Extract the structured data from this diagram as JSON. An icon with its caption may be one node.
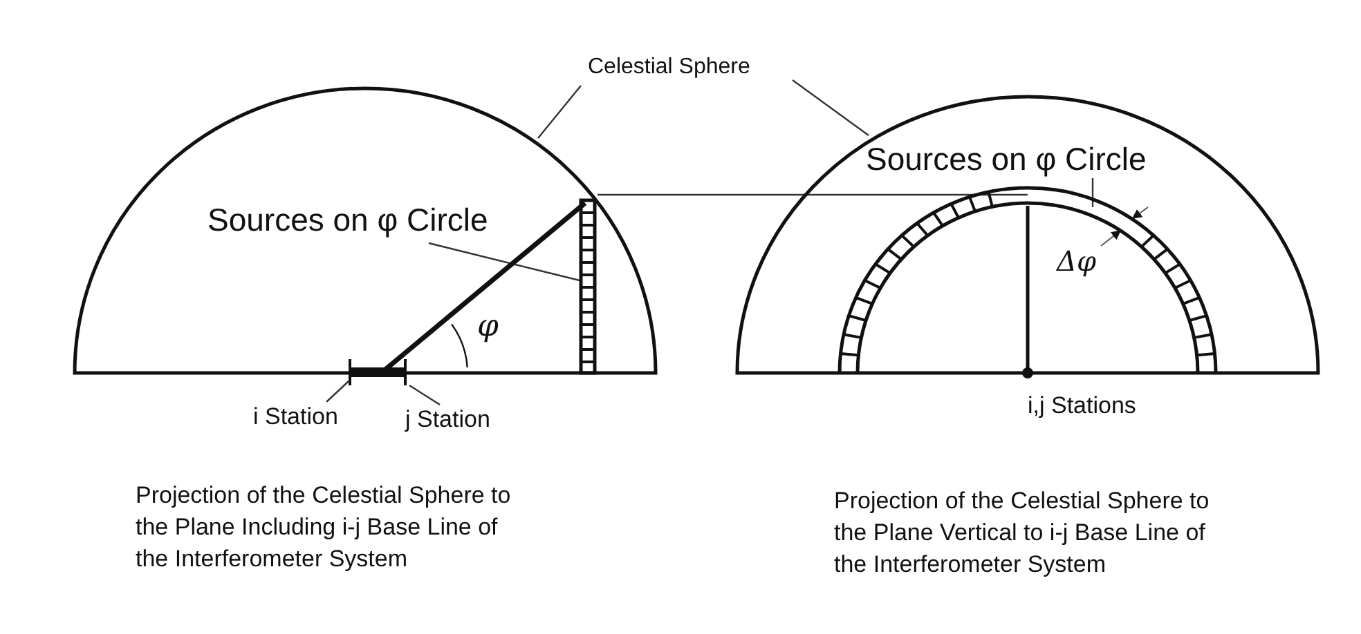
{
  "diagram": {
    "nodes": [
      {
        "text": [
          "Celestial Sphere"
        ]
      },
      {
        "text": [],
        "shape": "semicircle"
      },
      {
        "text": [],
        "shape": "semicircle"
      },
      {
        "text": [
          "Sources on φ Circle"
        ],
        "in": 1
      },
      {
        "text": [],
        "shape": "bar",
        "in": 1
      },
      {
        "text": [
          "Sources on φ Circle"
        ],
        "in": 2
      },
      {
        "text": [],
        "shape": "arc",
        "in": 2
      },
      {
        "text": [
          "i Station"
        ]
      },
      {
        "text": [
          "j Station"
        ]
      },
      {
        "text": [],
        "shape": "bar",
        "in": 1
      }
    ],
    "edges": [
      {
        "from": 0,
        "to": 1,
        "arrow": "none"
      },
      {
        "from": 0,
        "to": 2,
        "arrow": "none"
      },
      {
        "from": 3,
        "to": 4,
        "arrow": "none"
      },
      {
        "from": 5,
        "to": 6,
        "arrow": "none"
      },
      {
        "from": 7,
        "to": 9,
        "arrow": "none"
      },
      {
        "from": 8,
        "to": 9,
        "arrow": "none"
      },
      {
        "from": 4,
        "to": 6,
        "arrow": "none"
      },
      {
        "from": 9,
        "to": 4,
        "arrow": "none",
        "style": "thick"
      }
    ],
    "labels": [
      "φ",
      "Δφ",
      "i,j Stations",
      "Projection of the Celestial Sphere to the Plane Including i-j Base Line of the Interferometer System",
      "Projection of the Celestial Sphere to the Plane Vertical to i-j Base Line of the Interferometer System"
    ]
  }
}
